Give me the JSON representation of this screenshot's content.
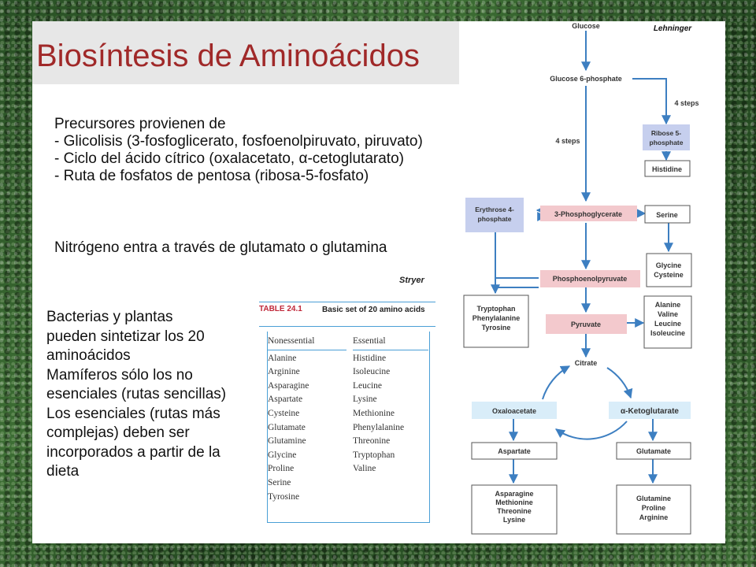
{
  "title": "Biosíntesis de Aminoácidos",
  "precursors": [
    "Precursores provienen de",
    "- Glicolisis (3-fosfoglicerato, fosfoenolpiruvato, piruvato)",
    "- Ciclo del ácido cítrico (oxalacetato, α-cetoglutarato)",
    "- Ruta de fosfatos de pentosa (ribosa-5-fosfato)"
  ],
  "nitrogen": "Nitrógeno entra a través de glutamato o glutamina",
  "bacteria": [
    "Bacterias y  plantas",
    "pueden sintetizar los 20",
    "aminoácidos",
    "Mamíferos sólo los no",
    "esenciales (rutas sencillas)",
    "Los esenciales (rutas más",
    "complejas) deben ser",
    "incorporados a partir de la",
    "dieta"
  ],
  "table": {
    "source": "Stryer",
    "number": "TABLE 24.1",
    "caption": "Basic set of 20 amino acids",
    "nonessential_header": "Nonessential",
    "essential_header": "Essential",
    "nonessential": [
      "Alanine",
      "Arginine",
      "Asparagine",
      "Aspartate",
      "Cysteine",
      "Glutamate",
      "Glutamine",
      "Glycine",
      "Proline",
      "Serine",
      "Tyrosine"
    ],
    "essential": [
      "Histidine",
      "Isoleucine",
      "Leucine",
      "Lysine",
      "Methionine",
      "Phenylalanine",
      "Threonine",
      "Tryptophan",
      "Valine"
    ]
  },
  "diagram": {
    "source": "Lehninger",
    "glucose": "Glucose",
    "g6p": "Glucose 6-phosphate",
    "steps_right": "4 steps",
    "steps_left": "4 steps",
    "ribose": [
      "Ribose 5-",
      "phosphate"
    ],
    "histidine": "Histidine",
    "erythrose": [
      "Erythrose 4-",
      "phosphate"
    ],
    "pg3": "3-Phosphoglycerate",
    "serine": "Serine",
    "glycine_cysteine": [
      "Glycine",
      "Cysteine"
    ],
    "pep": "Phosphoenolpyruvate",
    "aromatic": [
      "Tryptophan",
      "Phenylalanine",
      "Tyrosine"
    ],
    "pyruvate": "Pyruvate",
    "branched": [
      "Alanine",
      "Valine",
      "Leucine",
      "Isoleucine"
    ],
    "citrate": "Citrate",
    "oxaloacetate": "Oxaloacetate",
    "akg": "α-Ketoglutarate",
    "aspartate": "Aspartate",
    "glutamate": "Glutamate",
    "asp_family": [
      "Asparagine",
      "Methionine",
      "Threonine",
      "Lysine"
    ],
    "glu_family": [
      "Glutamine",
      "Proline",
      "Arginine"
    ],
    "colors": {
      "arrow": "#3d7fc1",
      "pink": "#f3c9cd",
      "lavender": "#c6cfee",
      "lightblue": "#d9edf9",
      "box_border": "#555555"
    }
  }
}
